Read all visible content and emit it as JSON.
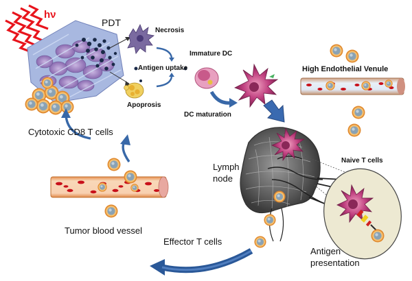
{
  "labels": {
    "hv": "hν",
    "pdt": "PDT",
    "necrosis": "Necrosis",
    "antigen_uptake": "Antigen uptake",
    "apoptosis": "Apoprosis",
    "immature_dc": "Immature DC",
    "dc_maturation": "DC maturation",
    "hev": "High Endothelial Venule",
    "cytotoxic": "Cytotoxic CD8 T cells",
    "lymph_node_1": "Lymph",
    "lymph_node_2": "node",
    "naive_t_cells": "Naive T cells",
    "tumor_blood_vessel": "Tumor blood vessel",
    "effector_t_cells": "Effector T cells",
    "antigen_presentation_1": "Antigen",
    "antigen_presentation_2": "presentation"
  },
  "colors": {
    "light": "#e8141c",
    "light_label": "#e8141c",
    "tumor_cells": "#9aa6d8",
    "tumor_nucleus": "#8a5aa8",
    "vessel_wall": "#f0b070",
    "vessel_lumen": "#f4c8a8",
    "rbc": "#c8101a",
    "dc_body": "#b0306a",
    "dc_immature": "#e890b8",
    "t_cell_outer": "#e08a30",
    "t_cell_inner": "#9ab0c0",
    "arrow_blue": "#3868a8",
    "lymph_node": "#6a6a6a",
    "inset_bg": "#ece8d0",
    "photosensitizer": "#1a2a48"
  },
  "icons": [
    "light-zigzag-icon",
    "t-cell-icon",
    "dendritic-cell-icon",
    "red-blood-cell-icon",
    "curved-arrow-icon"
  ]
}
